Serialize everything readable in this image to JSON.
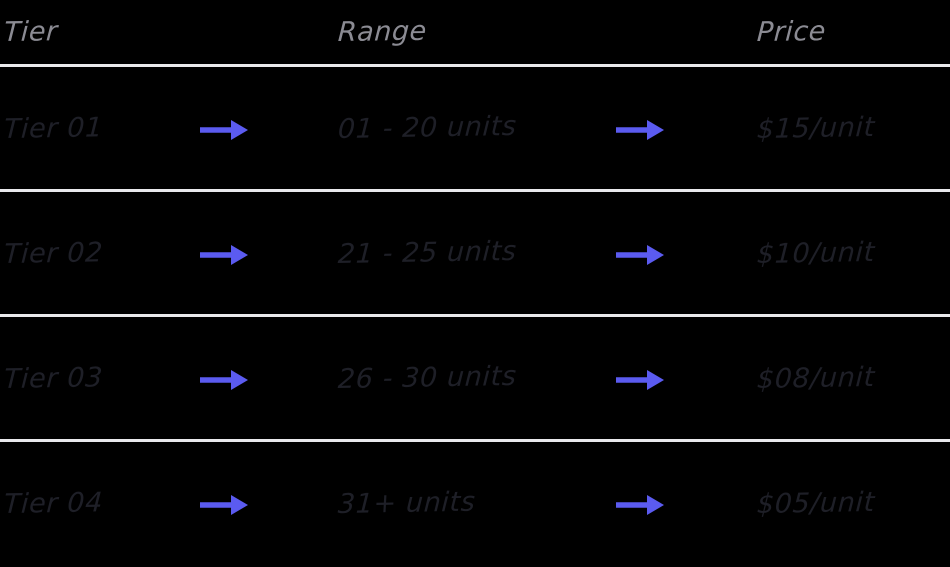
{
  "table": {
    "background_color": "#000000",
    "divider_color": "#e9e9ec",
    "header_text_color": "#8b8b93",
    "body_text_color": "#1e1f27",
    "arrow_color": "#5b5bf0",
    "headers": {
      "tier": "Tier",
      "range": "Range",
      "price": "Price"
    },
    "arrow_icon_name": "right-arrow-icon",
    "rows": [
      {
        "tier": "Tier 01",
        "range": "01 - 20 units",
        "price": "$15/unit"
      },
      {
        "tier": "Tier 02",
        "range": "21 - 25 units",
        "price": "$10/unit"
      },
      {
        "tier": "Tier 03",
        "range": "26 - 30 units",
        "price": "$08/unit"
      },
      {
        "tier": "Tier 04",
        "range": "31+ units",
        "price": "$05/unit"
      }
    ]
  }
}
